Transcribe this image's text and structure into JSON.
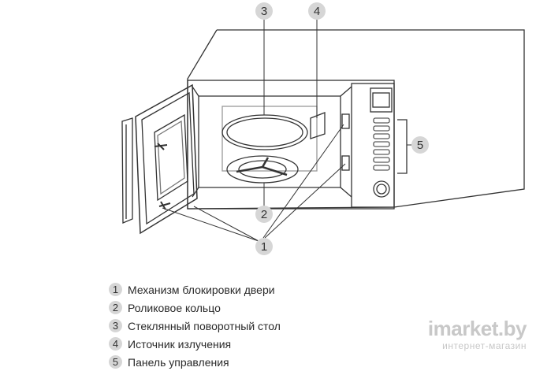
{
  "callouts": [
    {
      "id": "3",
      "label": "3"
    },
    {
      "id": "4",
      "label": "4"
    },
    {
      "id": "5",
      "label": "5"
    },
    {
      "id": "2",
      "label": "2"
    },
    {
      "id": "1",
      "label": "1"
    }
  ],
  "legend": [
    {
      "num": "1",
      "text": "Механизм блокировки двери"
    },
    {
      "num": "2",
      "text": "Роликовое кольцо"
    },
    {
      "num": "3",
      "text": "Стеклянный поворотный стол"
    },
    {
      "num": "4",
      "text": "Источник излучения"
    },
    {
      "num": "5",
      "text": "Панель управления"
    }
  ],
  "watermark": {
    "logo": "imarket.by",
    "sub": "интернет-магазин"
  }
}
